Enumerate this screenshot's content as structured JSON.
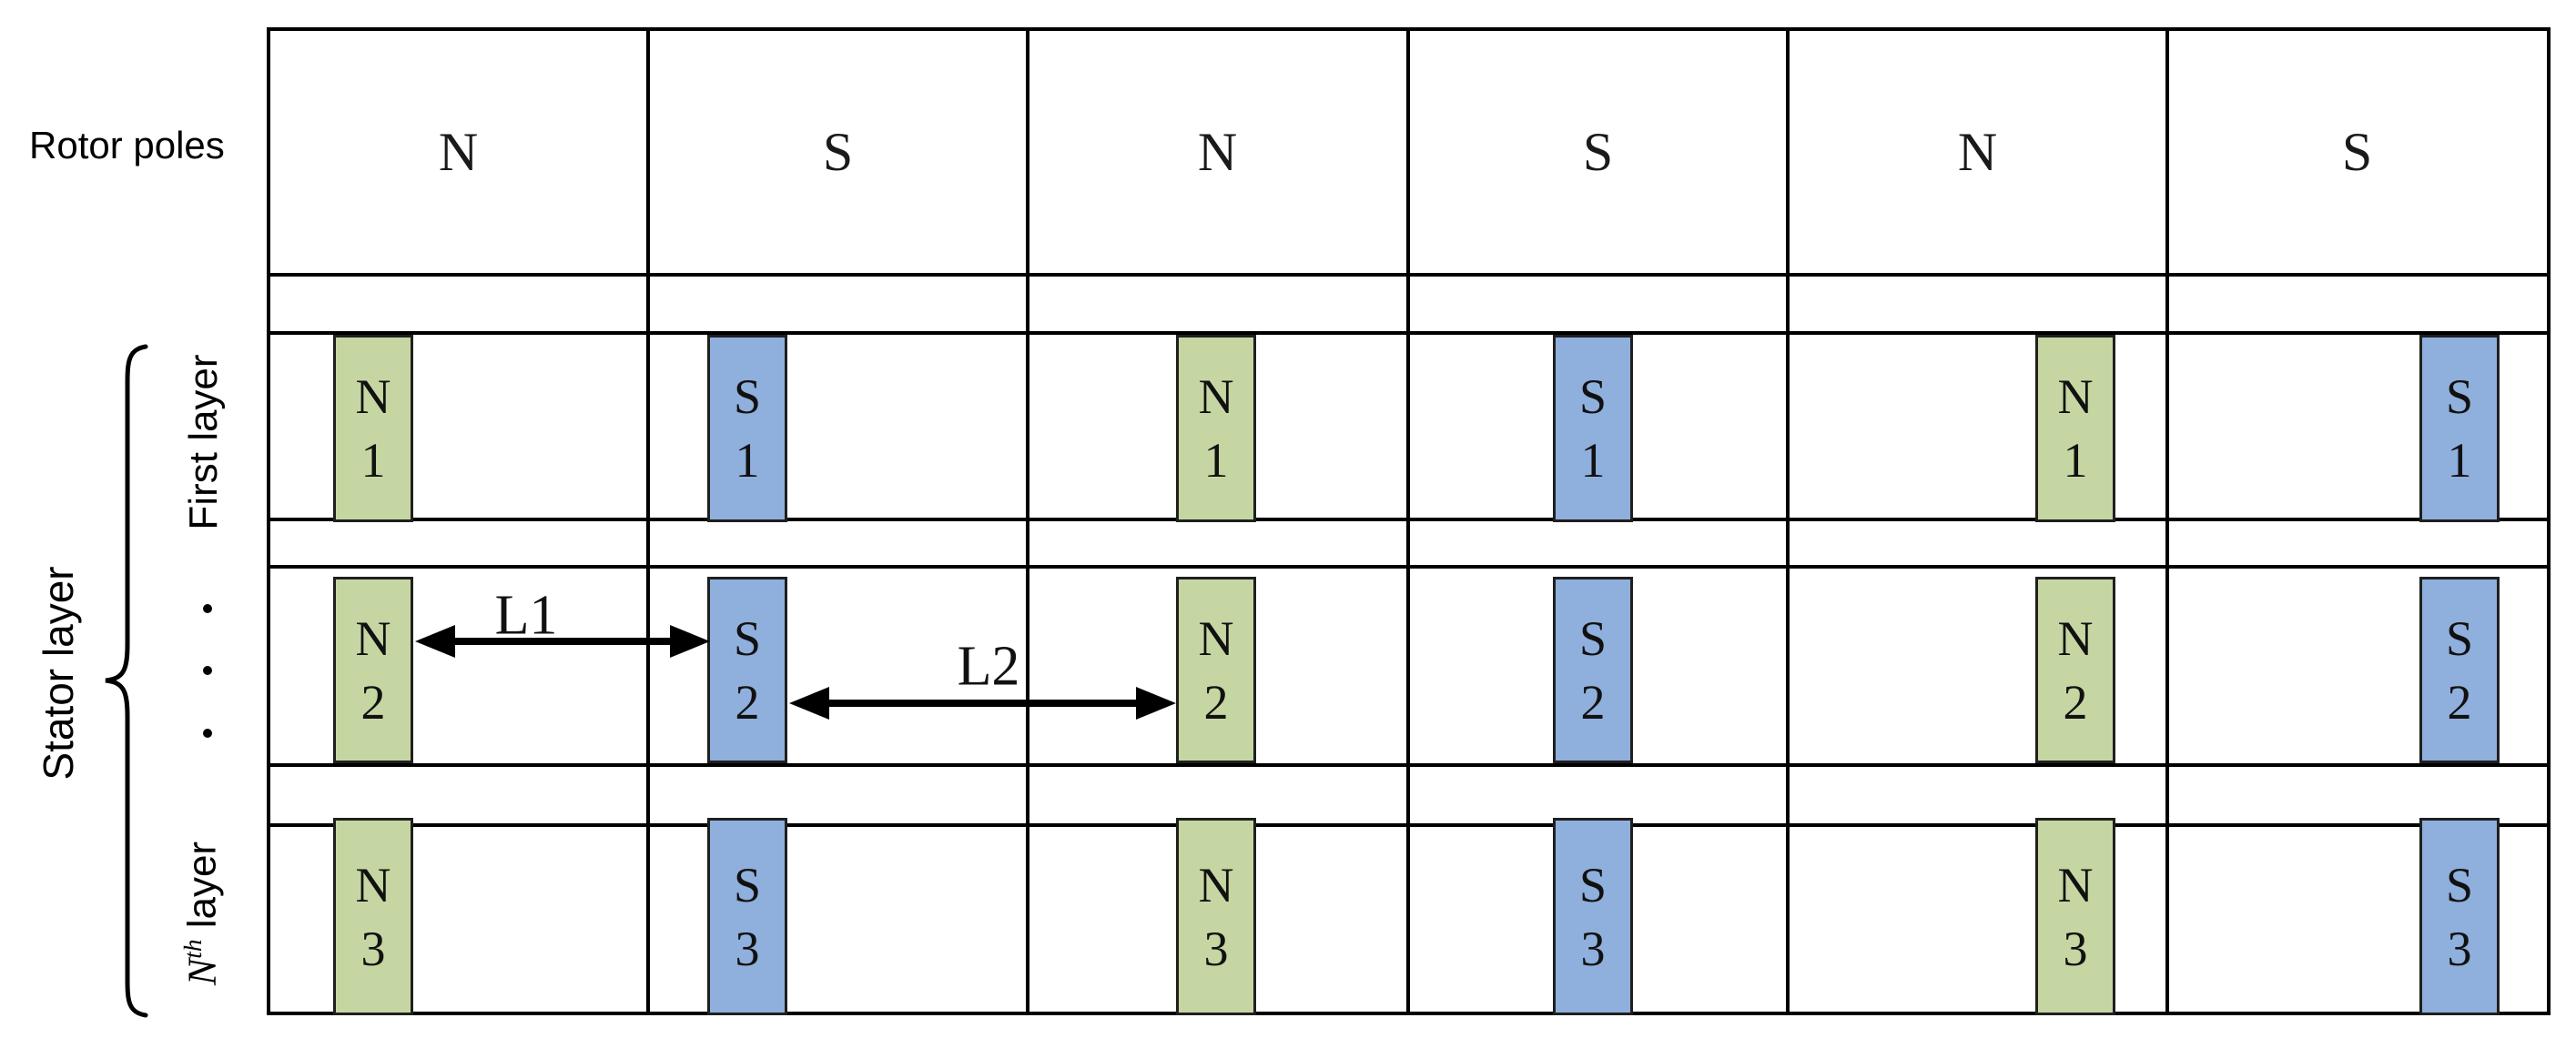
{
  "colors": {
    "north_magnet_fill": "#c6d6a2",
    "south_magnet_fill": "#8fafdd",
    "line": "#000000"
  },
  "rotor": {
    "label": "Rotor poles",
    "poles": [
      "N",
      "S",
      "N",
      "S",
      "N",
      "S"
    ]
  },
  "stator": {
    "brace_label": "Stator layer",
    "first_layer_label": "First layer",
    "nth_layer_label": {
      "base": "N",
      "sup": "th",
      "rest": " layer"
    },
    "layers": [
      {
        "name": "first-layer",
        "magnets": [
          {
            "pole": "N",
            "num": "1"
          },
          {
            "pole": "S",
            "num": "1"
          },
          {
            "pole": "N",
            "num": "1"
          },
          {
            "pole": "S",
            "num": "1"
          },
          {
            "pole": "N",
            "num": "1"
          },
          {
            "pole": "S",
            "num": "1"
          }
        ]
      },
      {
        "name": "middle-layer",
        "magnets": [
          {
            "pole": "N",
            "num": "2"
          },
          {
            "pole": "S",
            "num": "2"
          },
          {
            "pole": "N",
            "num": "2"
          },
          {
            "pole": "S",
            "num": "2"
          },
          {
            "pole": "N",
            "num": "2"
          },
          {
            "pole": "S",
            "num": "2"
          }
        ]
      },
      {
        "name": "nth-layer",
        "magnets": [
          {
            "pole": "N",
            "num": "3"
          },
          {
            "pole": "S",
            "num": "3"
          },
          {
            "pole": "N",
            "num": "3"
          },
          {
            "pole": "S",
            "num": "3"
          },
          {
            "pole": "N",
            "num": "3"
          },
          {
            "pole": "S",
            "num": "3"
          }
        ]
      }
    ]
  },
  "dimensions": {
    "l1_label": "L1",
    "l2_label": "L2"
  }
}
